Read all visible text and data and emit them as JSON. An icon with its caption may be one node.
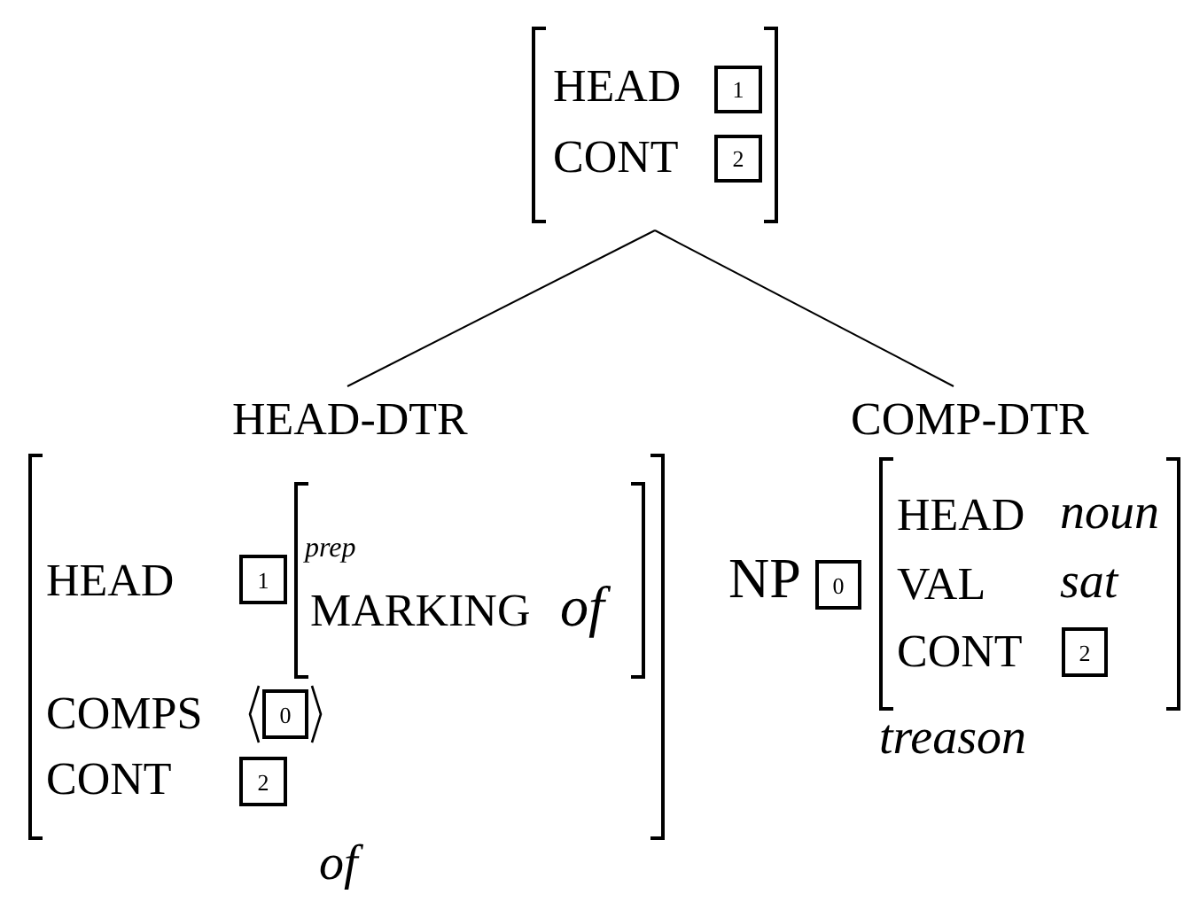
{
  "diagram": {
    "nodes": [
      {
        "text": [
          "HEAD",
          "CONT"
        ]
      },
      {
        "text": [
          "1"
        ],
        "in": 0
      },
      {
        "text": [
          "2"
        ],
        "in": 0
      },
      {
        "text": [
          "HEAD-DTR",
          "HEAD",
          "COMPS",
          "CONT"
        ],
        "beside": [
          "of"
        ]
      },
      {
        "text": [
          "1"
        ],
        "in": 3
      },
      {
        "text": [
          "prep",
          "MARKING",
          "of"
        ],
        "in": 3
      },
      {
        "text": [
          "0"
        ],
        "in": 3
      },
      {
        "text": [
          "2"
        ],
        "in": 3
      },
      {
        "text": [
          "COMP-DTR",
          "NP"
        ],
        "beside": [
          "treason"
        ]
      },
      {
        "text": [
          "0"
        ],
        "in": 8
      },
      {
        "text": [
          "HEAD",
          "noun",
          "VAL",
          "sat",
          "CONT"
        ],
        "in": 8
      },
      {
        "text": [
          "2"
        ],
        "in": 10
      }
    ],
    "edges": [
      {
        "from": 0,
        "to": 3,
        "arrow": "none"
      },
      {
        "from": 0,
        "to": 8,
        "arrow": "none"
      }
    ]
  }
}
